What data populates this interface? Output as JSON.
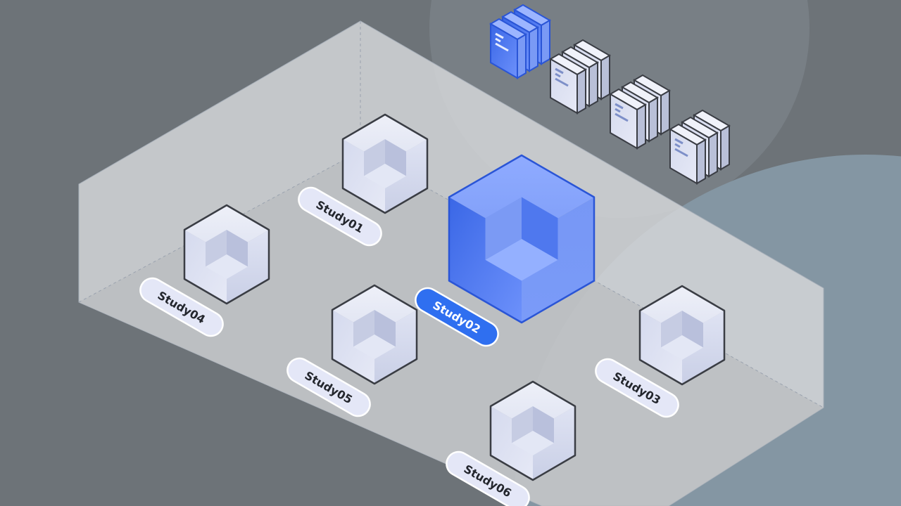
{
  "studies": [
    {
      "label": "Study01",
      "selected": false
    },
    {
      "label": "Study02",
      "selected": true
    },
    {
      "label": "Study03",
      "selected": false
    },
    {
      "label": "Study04",
      "selected": false
    },
    {
      "label": "Study05",
      "selected": false
    },
    {
      "label": "Study06",
      "selected": false
    }
  ],
  "document_stacks": [
    {
      "name": "active-stack",
      "selected": true
    },
    {
      "name": "stack-2",
      "selected": false
    },
    {
      "name": "stack-3",
      "selected": false
    },
    {
      "name": "stack-4",
      "selected": false
    }
  ],
  "colors": {
    "background": "#6d7378",
    "accent": "#2f6ff0",
    "accent_light": "#8aa8ff",
    "cube_light": "#e6e9f5",
    "outline": "#3a3d44",
    "label_bg": "#e4e7f7"
  }
}
